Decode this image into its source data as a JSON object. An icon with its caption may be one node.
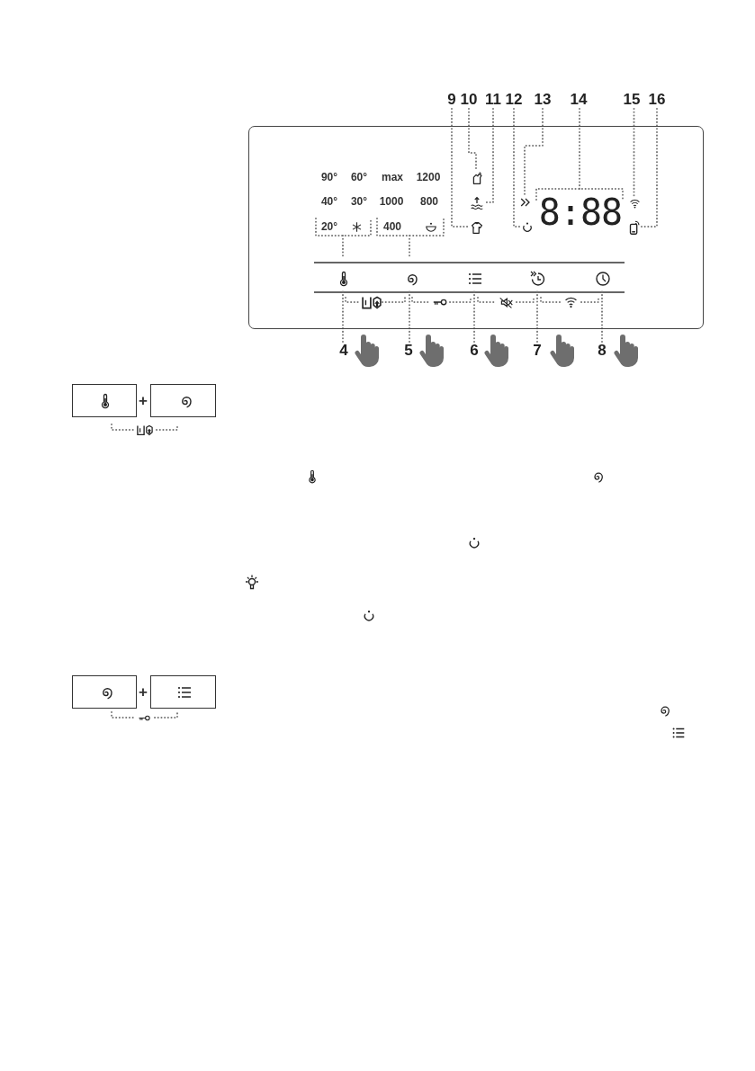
{
  "diagram": {
    "nodes": [
      {
        "text": [],
        "shape": "box"
      },
      {
        "text": [
          "9"
        ]
      },
      {
        "text": [
          "10"
        ]
      },
      {
        "text": [
          "11"
        ]
      },
      {
        "text": [
          "12"
        ]
      },
      {
        "text": [
          "13"
        ]
      },
      {
        "text": [
          "14"
        ]
      },
      {
        "text": [
          "15"
        ]
      },
      {
        "text": [
          "16"
        ]
      },
      {
        "text": [],
        "shape": "icon",
        "in": 0
      },
      {
        "text": [],
        "shape": "icon",
        "in": 0
      },
      {
        "text": [],
        "shape": "icon",
        "in": 0
      },
      {
        "text": [],
        "shape": "icon",
        "in": 0
      },
      {
        "text": [],
        "shape": "icon",
        "in": 0
      },
      {
        "text": [
          "8:88"
        ],
        "in": 0
      },
      {
        "text": [],
        "shape": "icon",
        "in": 0
      },
      {
        "text": [],
        "shape": "icon",
        "in": 0
      },
      {
        "text": [],
        "shape": "icon",
        "in": 0
      },
      {
        "text": [],
        "shape": "icon",
        "in": 0
      },
      {
        "text": [],
        "shape": "icon",
        "in": 0
      },
      {
        "text": [],
        "shape": "icon",
        "in": 0
      },
      {
        "text": [],
        "shape": "icon",
        "in": 0
      },
      {
        "text": [
          "4"
        ]
      },
      {
        "text": [
          "5"
        ]
      },
      {
        "text": [
          "6"
        ]
      },
      {
        "text": [
          "7"
        ]
      },
      {
        "text": [
          "8"
        ]
      },
      {
        "text": [],
        "shape": "box"
      },
      {
        "text": [],
        "shape": "box"
      },
      {
        "text": [],
        "shape": "box"
      },
      {
        "text": [],
        "shape": "box"
      }
    ],
    "edges": [
      {
        "from": 1,
        "to": 11,
        "arrow": "none"
      },
      {
        "from": 2,
        "to": 9,
        "arrow": "none"
      },
      {
        "from": 3,
        "to": 10,
        "arrow": "none"
      },
      {
        "from": 4,
        "to": 12,
        "arrow": "none"
      },
      {
        "from": 5,
        "to": 13,
        "arrow": "none"
      },
      {
        "from": 6,
        "to": 14,
        "arrow": "none"
      },
      {
        "from": 7,
        "to": 15,
        "arrow": "none"
      },
      {
        "from": 8,
        "to": 16,
        "arrow": "none"
      },
      {
        "from": 22,
        "to": 17,
        "arrow": "none"
      },
      {
        "from": 23,
        "to": 18,
        "arrow": "none"
      },
      {
        "from": 24,
        "to": 19,
        "arrow": "none"
      },
      {
        "from": 25,
        "to": 20,
        "arrow": "none"
      },
      {
        "from": 26,
        "to": 21,
        "arrow": "none"
      }
    ],
    "labels": [
      "90°",
      "60°",
      "max",
      "1200",
      "40°",
      "30°",
      "1000",
      "800",
      "20°",
      "400",
      "+",
      "+"
    ]
  }
}
